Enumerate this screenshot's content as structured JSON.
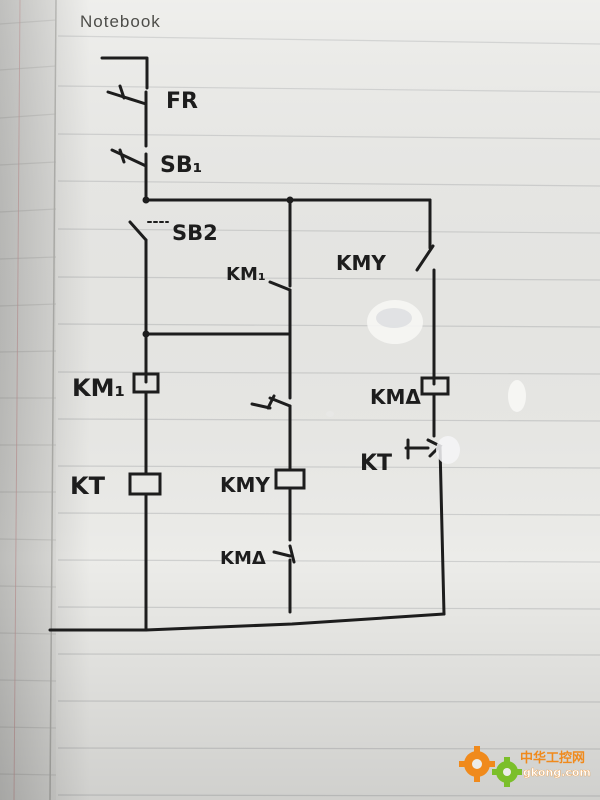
{
  "notebook": {
    "header": "Notebook"
  },
  "diagram": {
    "labels": {
      "fr": "FR",
      "sb1": "SB₁",
      "sb2": "SB2",
      "km1_contact": "KM₁",
      "kmy_contact": "KMY",
      "km1_coil": "KM₁",
      "kt_coil": "KT",
      "kmy_coil": "KMY",
      "kmd_contact": "KMΔ",
      "kmd_coil": "KMΔ",
      "kt_timer_contact": "KT"
    }
  },
  "watermark": {
    "brand_cn": "中华工控网",
    "domain": "gkong.com"
  },
  "colors": {
    "paper": "#f1f1ef",
    "ink": "#1d1d1d",
    "rule_lines": "#cfd0cf",
    "margin_line": "#d9a3a3",
    "watermark_orange": "#f08a1c",
    "watermark_green": "#7bbf2a"
  }
}
